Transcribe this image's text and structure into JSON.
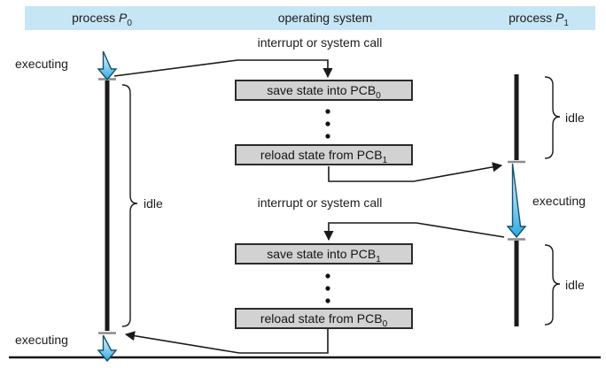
{
  "header": {
    "background": "#c7e6f5",
    "columns": [
      {
        "prefix": "process ",
        "symbol": "P",
        "subscript": "0"
      },
      {
        "label": "operating system"
      },
      {
        "prefix": "process ",
        "symbol": "P",
        "subscript": "1"
      }
    ]
  },
  "timeline_p0": {
    "executing_top": "executing",
    "idle": "idle",
    "executing_bottom": "executing"
  },
  "os": {
    "interrupt_top": "interrupt or system call",
    "interrupt_middle": "interrupt or system call",
    "boxes": [
      {
        "text": "save state into PCB",
        "subscript": "0"
      },
      {
        "text": "reload state from PCB",
        "subscript": "1"
      },
      {
        "text": "save state into PCB",
        "subscript": "1"
      },
      {
        "text": "reload state from PCB",
        "subscript": "0"
      }
    ]
  },
  "timeline_p1": {
    "idle_top": "idle",
    "executing": "executing",
    "idle_bottom": "idle"
  },
  "colors": {
    "header_bg": "#c7e6f5",
    "box_fill": "#d2d2d2",
    "box_border": "#2b2b2b",
    "arrow_blue": "#2da9e1",
    "line_black": "#1a1a1a",
    "tick_gray": "#8c8c8c"
  }
}
